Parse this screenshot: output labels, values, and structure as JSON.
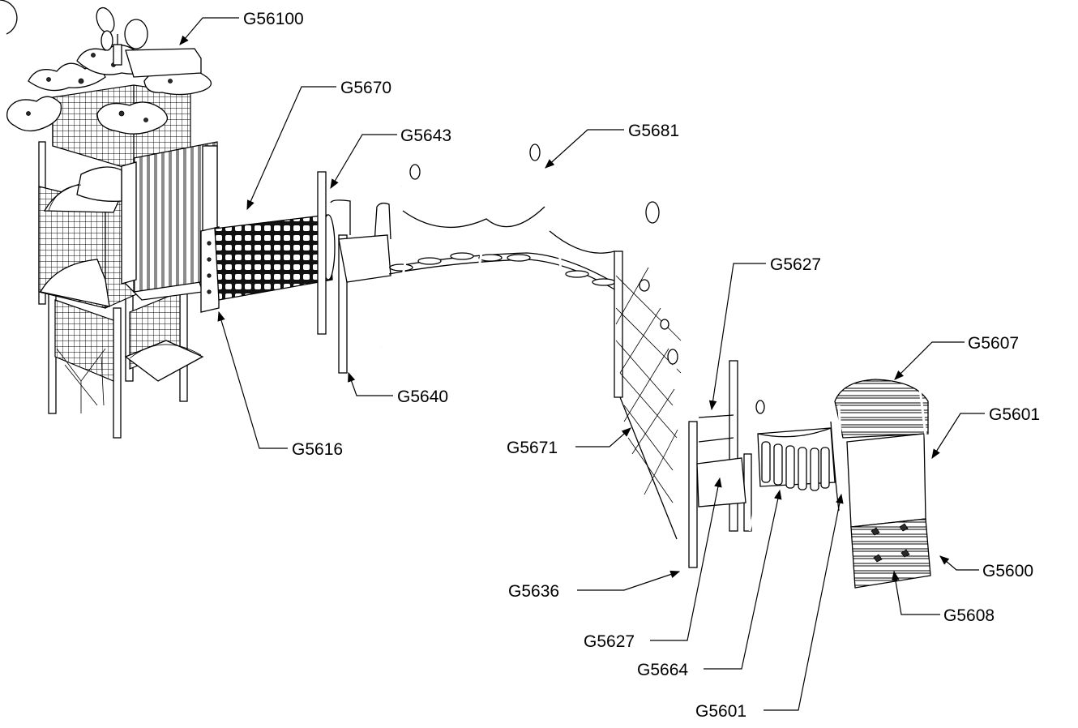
{
  "labels": [
    "G56100",
    "G5670",
    "G5643",
    "G5681",
    "G5627",
    "G5607",
    "G5601",
    "G5640",
    "G5616",
    "G5671",
    "G5600",
    "G5636",
    "G5608",
    "G5627",
    "G5664",
    "G5601"
  ]
}
